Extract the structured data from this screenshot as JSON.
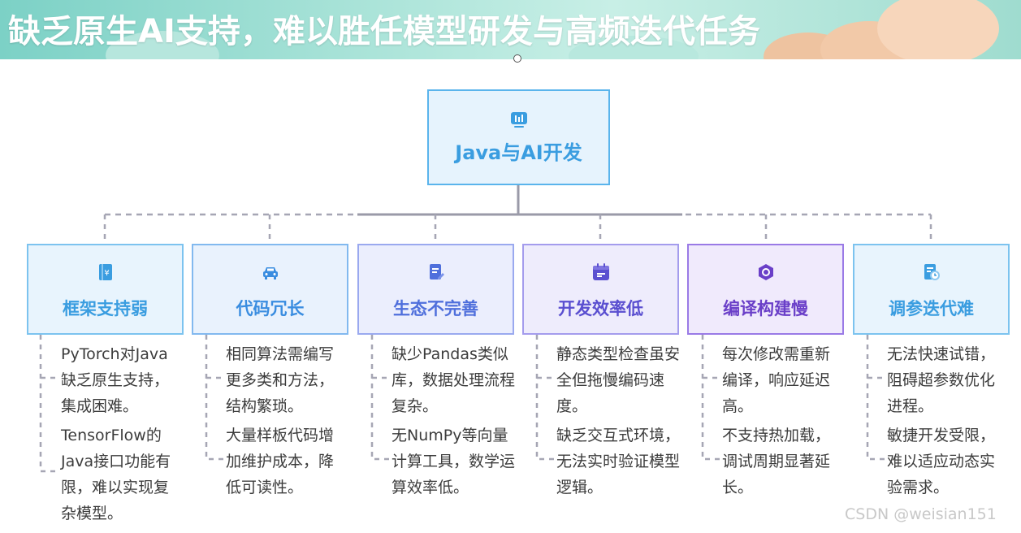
{
  "banner": {
    "title": "缺乏原生AI支持，难以胜任模型研发与高频迭代任务"
  },
  "root": {
    "label": "Java与AI开发",
    "icon": "bar-chart-icon",
    "color": "#3a9de0"
  },
  "branches": [
    {
      "title": "框架支持弱",
      "icon": "document-yen-icon",
      "color": "#3a9de0",
      "bg": "#e8f4fd",
      "border": "#7cc3ef",
      "items": [
        "PyTorch对Java缺乏原生支持，集成困难。",
        "TensorFlow的Java接口功能有限，难以实现复杂模型。"
      ]
    },
    {
      "title": "代码冗长",
      "icon": "car-icon",
      "color": "#3a8de0",
      "bg": "#e9f2fd",
      "border": "#82b9ef",
      "items": [
        "相同算法需编写更多类和方法，结构繁琐。",
        "大量样板代码增加维护成本，降低可读性。"
      ]
    },
    {
      "title": "生态不完善",
      "icon": "edit-document-icon",
      "color": "#4f6fdc",
      "bg": "#ebeefd",
      "border": "#9aa9ef",
      "items": [
        "缺少Pandas类似库，数据处理流程复杂。",
        "无NumPy等向量计算工具，数学运算效率低。"
      ]
    },
    {
      "title": "开发效率低",
      "icon": "calendar-icon",
      "color": "#5a4fd0",
      "bg": "#eeecfc",
      "border": "#a49ced",
      "items": [
        "静态类型检查虽安全但拖慢编码速度。",
        "缺乏交互式环境，无法实时验证模型逻辑。"
      ]
    },
    {
      "title": "编译构建慢",
      "icon": "hexagon-target-icon",
      "color": "#6a3fc8",
      "bg": "#f0eafc",
      "border": "#9a7ae6",
      "items": [
        "每次修改需重新编译，响应延迟高。",
        "不支持热加载，调试周期显著延长。"
      ]
    },
    {
      "title": "调参迭代难",
      "icon": "document-clock-icon",
      "color": "#3a9de0",
      "bg": "#e8f4fd",
      "border": "#7cc3ef",
      "items": [
        "无法快速试错，阻碍超参数优化进程。",
        "敏捷开发受限，难以适应动态实验需求。"
      ]
    }
  ],
  "watermark": "CSDN @weisian151"
}
